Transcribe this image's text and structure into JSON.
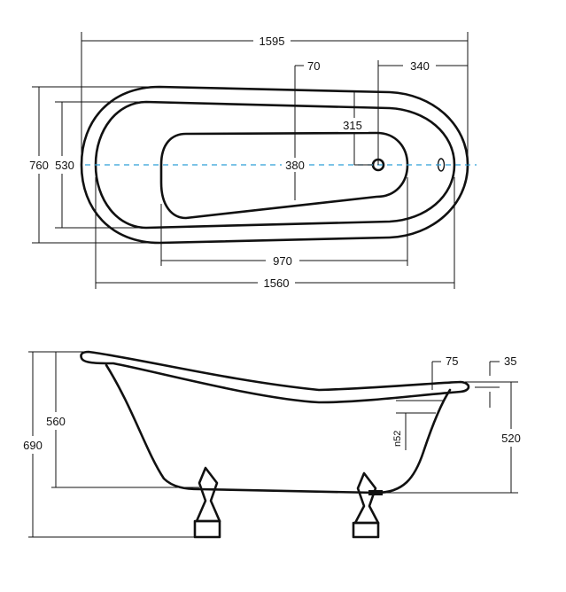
{
  "top_view": {
    "overall_length": "1595",
    "overflow_offset": "70",
    "drain_offset": "340",
    "drain_depth": "315",
    "overall_width": "760",
    "inner_width": "530",
    "basin_width": "380",
    "basin_length": "970",
    "inner_length": "1560"
  },
  "side_view": {
    "overall_height": "690",
    "rim_height": "560",
    "inner_rim_height": "520",
    "rim_width": "75",
    "rim_offset": "35",
    "overflow_diameter": "n52"
  },
  "colors": {
    "outline": "#111111",
    "centerline": "#2e9fd8"
  }
}
